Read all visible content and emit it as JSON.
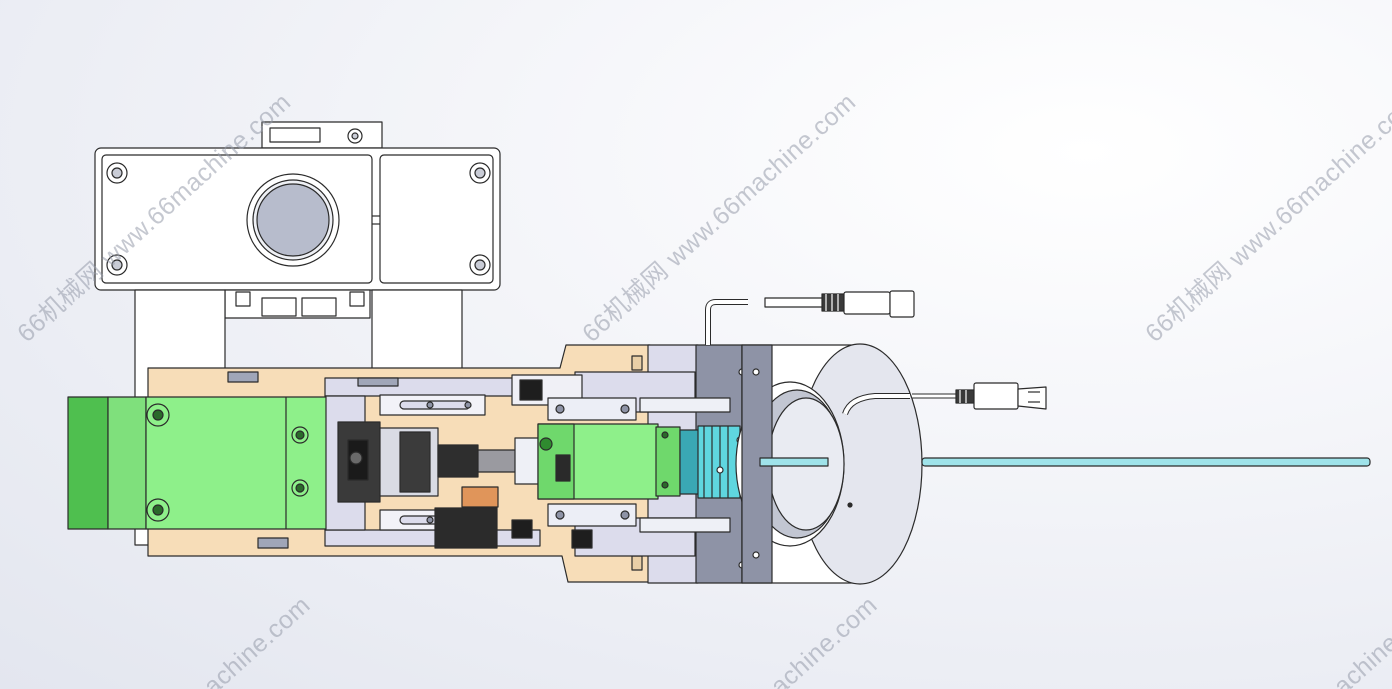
{
  "watermark": {
    "text": "66机械网 www.66machine.com",
    "partial_left": "achine.com",
    "partial_right": "achine"
  },
  "colors": {
    "background": "#eceef4",
    "white_part": "#ffffff",
    "outline": "#2b2b2b",
    "green_part": "#8ef08a",
    "green_dark": "#4fbf4f",
    "beige_plate": "#f7ddb8",
    "lavender_plate": "#dcdcec",
    "steel_dark": "#8e93a6",
    "cyan_lens": "#5fd6df",
    "cable_cyan": "#9fe3ea"
  },
  "icons": [
    "drill-icon",
    "connector-icon",
    "usb-plug-icon"
  ]
}
